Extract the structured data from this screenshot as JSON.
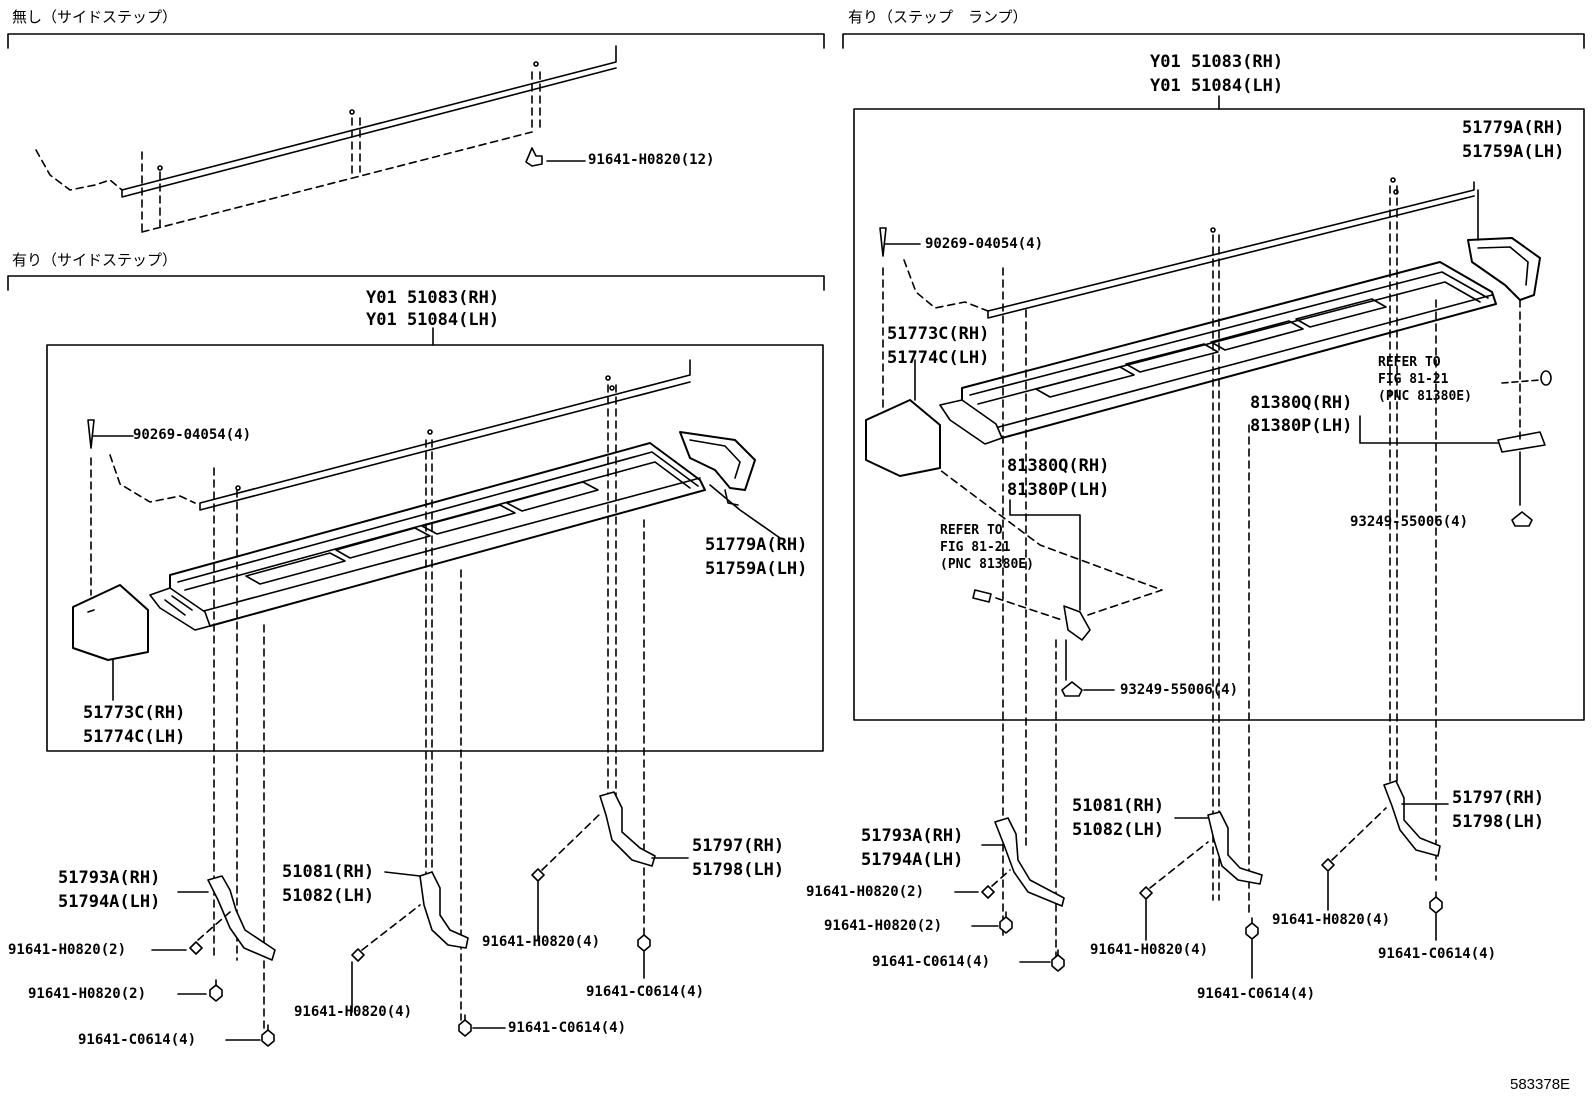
{
  "sections": {
    "none_side_step": "無し（サイドステップ）",
    "with_side_step": "有り（サイドステップ）",
    "with_step_lamp": "有り（ステップ　ランプ）"
  },
  "parts_left_top": {
    "bolt_row": "91641-H0820(12)"
  },
  "parts_left": {
    "assembly_rh": "Y01 51083(RH)",
    "assembly_lh": "Y01 51084(LH)",
    "clip": "90269-04054(4)",
    "end_cap_rear_rh": "51779A(RH)",
    "end_cap_rear_lh": "51759A(LH)",
    "end_cap_front_rh": "51773C(RH)",
    "end_cap_front_lh": "51774C(LH)",
    "bracket_front_rh": "51793A(RH)",
    "bracket_front_lh": "51794A(LH)",
    "bracket_center_rh": "51081(RH)",
    "bracket_center_lh": "51082(LH)",
    "bracket_rear_rh": "51797(RH)",
    "bracket_rear_lh": "51798(LH)",
    "bolt_front_side": "91641-H0820(2)",
    "bolt_front_bottom": "91641-H0820(2)",
    "bolt_front_c": "91641-C0614(4)",
    "bolt_center_h": "91641-H0820(4)",
    "bolt_center_c": "91641-C0614(4)",
    "bolt_rear_h": "91641-H0820(4)",
    "bolt_rear_c": "91641-C0614(4)"
  },
  "parts_right": {
    "assembly_rh": "Y01 51083(RH)",
    "assembly_lh": "Y01 51084(LH)",
    "end_cap_rear_rh": "51779A(RH)",
    "end_cap_rear_lh": "51759A(LH)",
    "clip": "90269-04054(4)",
    "end_cap_front_rh": "51773C(RH)",
    "end_cap_front_lh": "51774C(LH)",
    "lamp_a_rh": "81380Q(RH)",
    "lamp_a_lh": "81380P(LH)",
    "lamp_b_rh": "81380Q(RH)",
    "lamp_b_lh": "81380P(LH)",
    "refer_1": [
      "REFER TO",
      "FIG 81-21",
      "(PNC 81380E)"
    ],
    "refer_2": [
      "REFER TO",
      "FIG 81-21",
      "(PNC 81380E)"
    ],
    "grommet_rear": "93249-55006(4)",
    "grommet_front": "93249-55006(4)",
    "bracket_front_rh": "51793A(RH)",
    "bracket_front_lh": "51794A(LH)",
    "bracket_center_rh": "51081(RH)",
    "bracket_center_lh": "51082(LH)",
    "bracket_rear_rh": "51797(RH)",
    "bracket_rear_lh": "51798(LH)",
    "bolt_front_h1": "91641-H0820(2)",
    "bolt_front_h2": "91641-H0820(2)",
    "bolt_front_c": "91641-C0614(4)",
    "bolt_center_h": "91641-H0820(4)",
    "bolt_center_c": "91641-C0614(4)",
    "bolt_rear_h": "91641-H0820(4)",
    "bolt_rear_c": "91641-C0614(4)"
  },
  "figure_number": "583378E"
}
